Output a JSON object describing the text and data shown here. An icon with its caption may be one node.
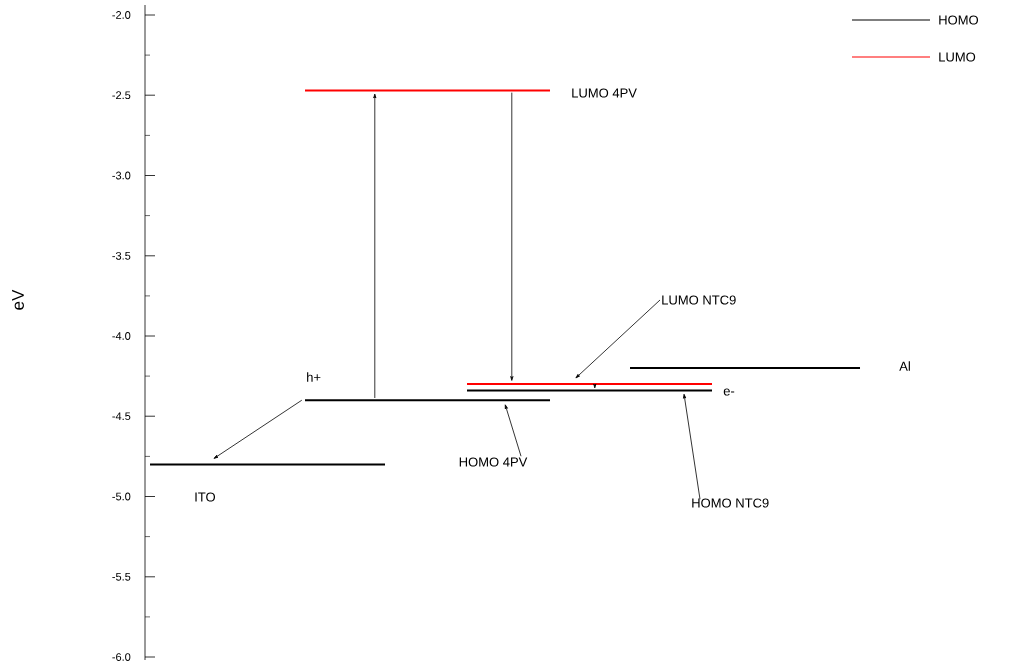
{
  "diagram": {
    "nodes": [
      {
        "text": [],
        "shape": "bar",
        "beside": [
          "ITO"
        ]
      },
      {
        "text": [],
        "shape": "bar",
        "beside": [
          "h+"
        ]
      },
      {
        "text": [],
        "shape": "bar",
        "beside": [
          "LUMO 4PV"
        ]
      },
      {
        "text": [],
        "shape": "bar"
      },
      {
        "text": [],
        "shape": "bar",
        "beside": [
          "e-"
        ]
      },
      {
        "text": [],
        "shape": "bar",
        "beside": [
          "Al"
        ]
      },
      {
        "text": [
          "LUMO NTC9"
        ]
      },
      {
        "text": [
          "HOMO 4PV"
        ]
      },
      {
        "text": [
          "HOMO NTC9"
        ]
      }
    ],
    "edges": [
      {
        "from": 1,
        "to": 0,
        "arrow": "to"
      },
      {
        "from": 1,
        "to": 2,
        "arrow": "to"
      },
      {
        "from": 2,
        "to": 3,
        "arrow": "to"
      },
      {
        "from": 3,
        "to": 4,
        "arrow": "to"
      },
      {
        "from": 6,
        "to": 3,
        "arrow": "to"
      },
      {
        "from": 7,
        "to": 1,
        "arrow": "to"
      },
      {
        "from": 8,
        "to": 4,
        "arrow": "to"
      }
    ],
    "labels": [
      "-2.0",
      "-2.5",
      "-3.0",
      "-3.5",
      "-4.0",
      "-4.5",
      "-5.0",
      "-5.5",
      "-6.0",
      "eV"
    ],
    "legend": [
      {
        "text": "HOMO"
      },
      {
        "text": "LUMO"
      }
    ]
  }
}
